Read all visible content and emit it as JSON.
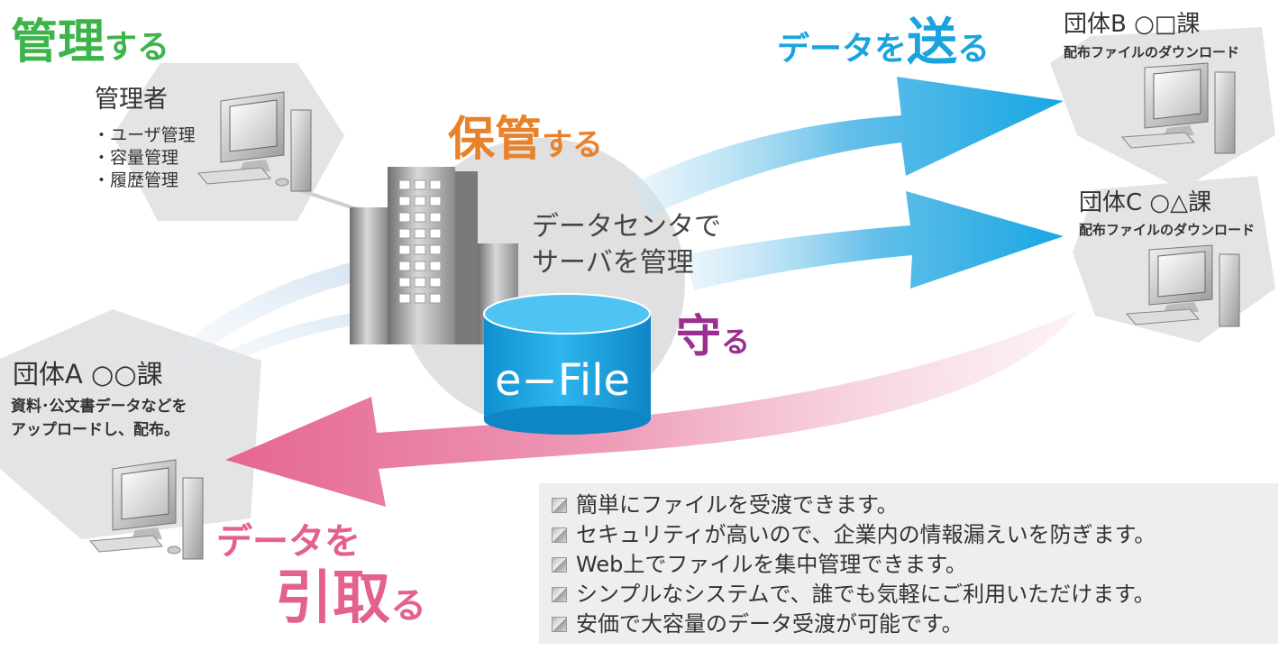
{
  "headings": {
    "manage_big": "管理",
    "manage_small": "する",
    "store_big": "保管",
    "store_small": "する",
    "send_pre": "データを",
    "send_big": "送",
    "send_small": "る",
    "protect_big": "守",
    "protect_small": "る",
    "receive_line1": "データを",
    "receive_big": "引取",
    "receive_small": "る"
  },
  "admin": {
    "title": "管理者",
    "tasks": [
      "・ユーザ管理",
      "・容量管理",
      "・履歴管理"
    ]
  },
  "datacenter": {
    "line1": "データセンタで",
    "line2": "サーバを管理"
  },
  "storage_label": "e−File",
  "group_a": {
    "title": "団体A ○○課",
    "desc_line1": "資料･公文書データなどを",
    "desc_line2": "アップロードし、配布。"
  },
  "group_b": {
    "title": "団体B ○□課",
    "desc": "配布ファイルのダウンロード"
  },
  "group_c": {
    "title": "団体C ○△課",
    "desc": "配布ファイルのダウンロード"
  },
  "features": [
    "簡単にファイルを受渡できます。",
    "セキュリティが高いので、企業内の情報漏えいを防ぎます。",
    "Web上でファイルを集中管理できます。",
    "シンプルなシステムで、誰でも気軽にご利用いただけます。",
    "安価で大容量のデータ受渡が可能です。"
  ],
  "colors": {
    "manage": "#3cb44a",
    "store": "#e8822a",
    "send": "#19a4de",
    "protect": "#9b2f8e",
    "receive": "#e4608e",
    "cylinder": "#1ba6e2"
  }
}
